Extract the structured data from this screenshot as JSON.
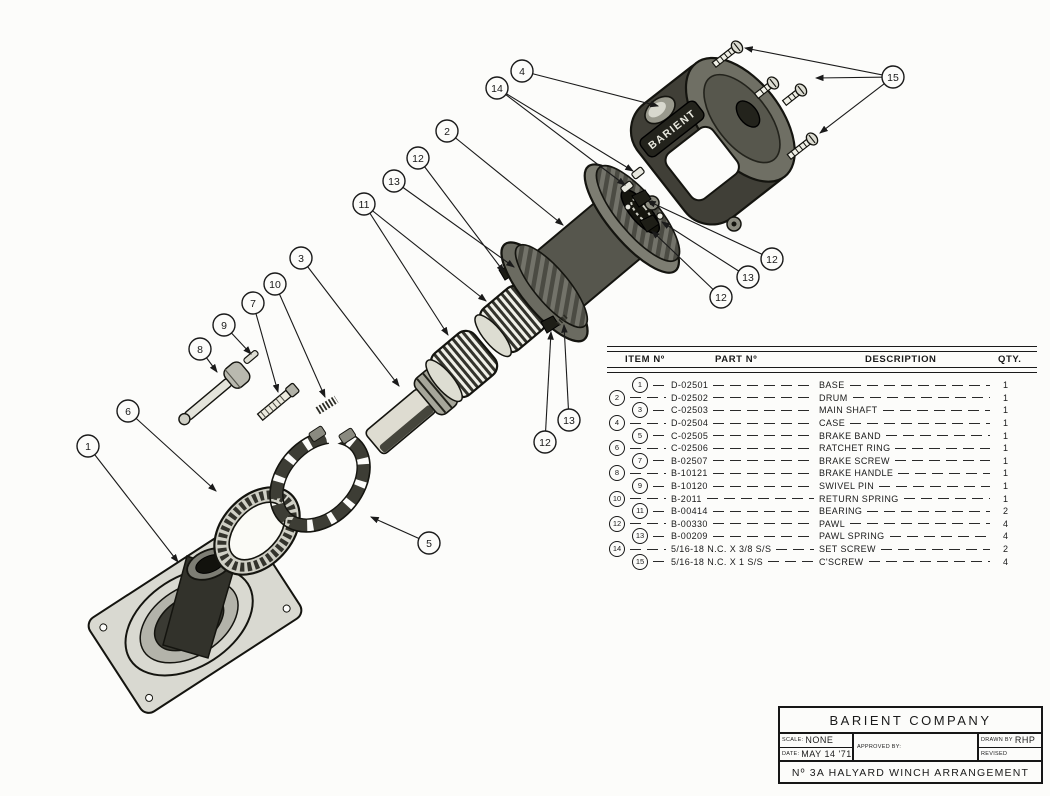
{
  "drawing": {
    "case_logo": "BARIENT",
    "callouts": [
      {
        "label": "1"
      },
      {
        "label": "6"
      },
      {
        "label": "8"
      },
      {
        "label": "9"
      },
      {
        "label": "7"
      },
      {
        "label": "10"
      },
      {
        "label": "3"
      },
      {
        "label": "11"
      },
      {
        "label": "13"
      },
      {
        "label": "12"
      },
      {
        "label": "2"
      },
      {
        "label": "14"
      },
      {
        "label": "4"
      },
      {
        "label": "15"
      },
      {
        "label": "12"
      },
      {
        "label": "13"
      },
      {
        "label": "12"
      },
      {
        "label": "13"
      },
      {
        "label": "12"
      },
      {
        "label": "5"
      }
    ]
  },
  "parts_table": {
    "headers": {
      "item": "ITEM Nº",
      "part": "PART Nº",
      "description": "DESCRIPTION",
      "qty": "QTY."
    },
    "rows": [
      {
        "item": "1",
        "part": "D-02501",
        "description": "BASE",
        "qty": "1"
      },
      {
        "item": "2",
        "part": "D-02502",
        "description": "DRUM",
        "qty": "1"
      },
      {
        "item": "3",
        "part": "C-02503",
        "description": "MAIN SHAFT",
        "qty": "1"
      },
      {
        "item": "4",
        "part": "D-02504",
        "description": "CASE",
        "qty": "1"
      },
      {
        "item": "5",
        "part": "C-02505",
        "description": "BRAKE BAND",
        "qty": "1"
      },
      {
        "item": "6",
        "part": "C-02506",
        "description": "RATCHET RING",
        "qty": "1"
      },
      {
        "item": "7",
        "part": "B-02507",
        "description": "BRAKE SCREW",
        "qty": "1"
      },
      {
        "item": "8",
        "part": "B-10121",
        "description": "BRAKE HANDLE",
        "qty": "1"
      },
      {
        "item": "9",
        "part": "B-10120",
        "description": "SWIVEL PIN",
        "qty": "1"
      },
      {
        "item": "10",
        "part": "B-2011",
        "description": "RETURN SPRING",
        "qty": "1"
      },
      {
        "item": "11",
        "part": "B-00414",
        "description": "BEARING",
        "qty": "2"
      },
      {
        "item": "12",
        "part": "B-00330",
        "description": "PAWL",
        "qty": "4"
      },
      {
        "item": "13",
        "part": "B-00209",
        "description": "PAWL SPRING",
        "qty": "4"
      },
      {
        "item": "14",
        "part": "5/16-18 N.C. X 3/8 S/S",
        "description": "SET SCREW",
        "qty": "2"
      },
      {
        "item": "15",
        "part": "5/16-18 N.C. X 1   S/S",
        "description": "C'SCREW",
        "qty": "4"
      }
    ]
  },
  "title_block": {
    "company": "BARIENT COMPANY",
    "scale_label": "SCALE:",
    "scale_value": "NONE",
    "date_label": "DATE:",
    "date_value": "MAY 14 '71",
    "approved_label": "APPROVED BY:",
    "drawn_label": "DRAWN BY",
    "drawn_value": "RHP",
    "revised_label": "REVISED",
    "drawing_title": "Nº 3A HALYARD WINCH ARRANGEMENT"
  }
}
